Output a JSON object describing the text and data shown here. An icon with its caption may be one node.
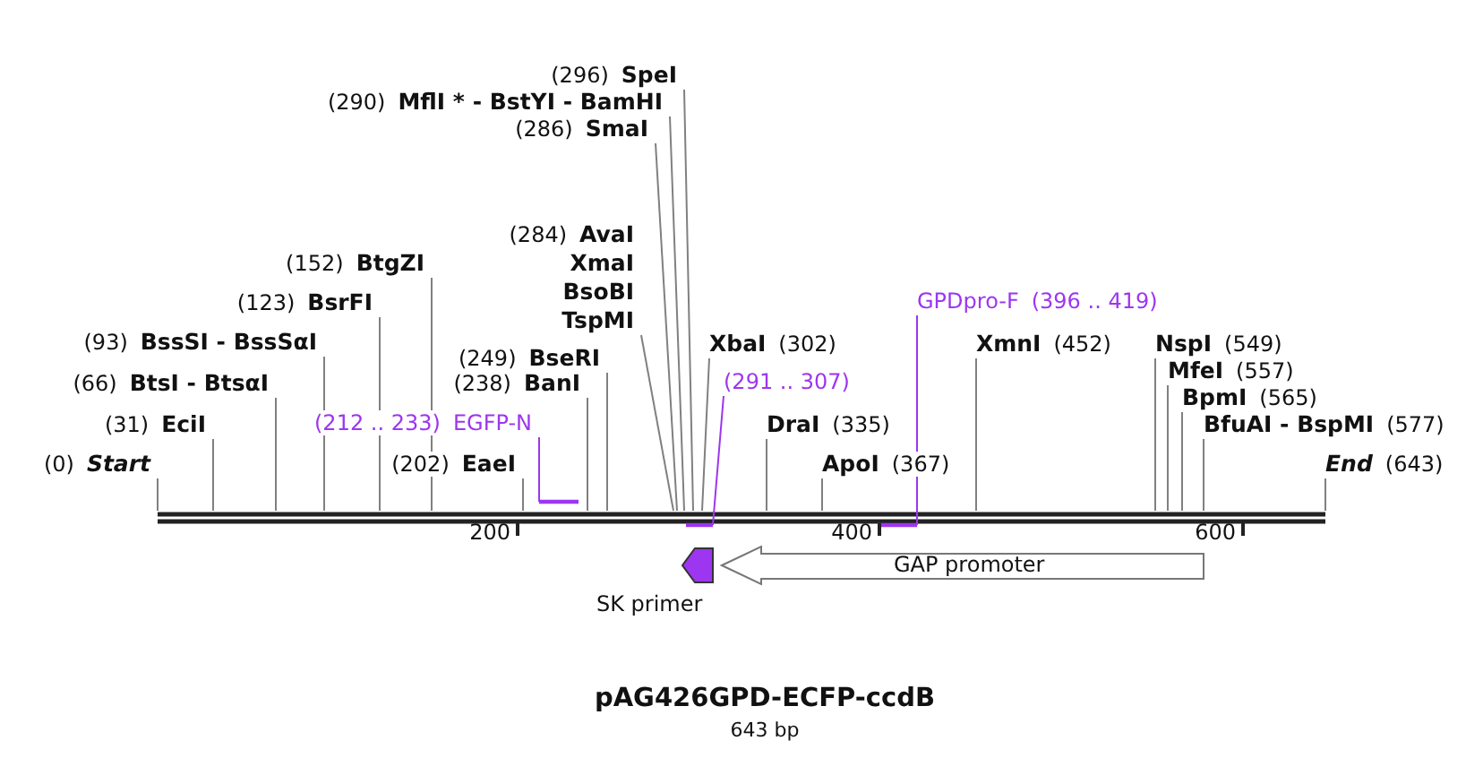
{
  "diagram": {
    "title": "pAG426GPD-ECFP-ccdB",
    "caption": "643 bp",
    "nodes": [
      {
        "text": [
          "(0)",
          "Start"
        ]
      },
      {
        "text": [
          "(31)",
          "EciI"
        ]
      },
      {
        "text": [
          "(66)",
          "BtsI - BtsαI"
        ]
      },
      {
        "text": [
          "(93)",
          "BssSI - BssSαI"
        ]
      },
      {
        "text": [
          "(123)",
          "BsrFI"
        ]
      },
      {
        "text": [
          "(152)",
          "BtgZI"
        ]
      },
      {
        "text": [
          "(202)",
          "EaeI"
        ]
      },
      {
        "text": [
          "(212 .. 233)",
          "EGFP-N"
        ]
      },
      {
        "text": [
          "(238)",
          "BanI"
        ]
      },
      {
        "text": [
          "(249)",
          "BseRI"
        ]
      },
      {
        "text": [
          "(284)",
          "AvaI",
          "XmaI",
          "BsoBI",
          "TspMI"
        ]
      },
      {
        "text": [
          "(286)",
          "SmaI"
        ]
      },
      {
        "text": [
          "(290)",
          "MflI * - BstYI - BamHI"
        ]
      },
      {
        "text": [
          "(296)",
          "SpeI"
        ]
      },
      {
        "text": [
          "XbaI",
          "(302)"
        ]
      },
      {
        "text": [
          "(291 .. 307)"
        ]
      },
      {
        "text": [
          "DraI",
          "(335)"
        ]
      },
      {
        "text": [
          "ApoI",
          "(367)"
        ]
      },
      {
        "text": [
          "GPDpro-F",
          "(396 .. 419)"
        ]
      },
      {
        "text": [
          "XmnI",
          "(452)"
        ]
      },
      {
        "text": [
          "NspI",
          "(549)"
        ]
      },
      {
        "text": [
          "MfeI",
          "(557)"
        ]
      },
      {
        "text": [
          "BpmI",
          "(565)"
        ]
      },
      {
        "text": [
          "BfuAI - BspMI",
          "(577)"
        ]
      },
      {
        "text": [
          "End",
          "(643)"
        ]
      },
      {
        "text": [
          "SK primer"
        ]
      },
      {
        "text": [
          "GAP promoter"
        ]
      },
      {
        "text": [],
        "shape": "bar"
      },
      {
        "text": [],
        "shape": "bar"
      },
      {
        "text": [],
        "shape": "bar"
      },
      {
        "text": [],
        "shape": "bar"
      }
    ],
    "edges": [
      {
        "from": 0,
        "to": 27,
        "arrow": "none"
      },
      {
        "from": 1,
        "to": 27,
        "arrow": "none"
      },
      {
        "from": 2,
        "to": 27,
        "arrow": "none"
      },
      {
        "from": 3,
        "to": 27,
        "arrow": "none"
      },
      {
        "from": 4,
        "to": 27,
        "arrow": "none"
      },
      {
        "from": 5,
        "to": 27,
        "arrow": "none"
      },
      {
        "from": 6,
        "to": 27,
        "arrow": "none"
      },
      {
        "from": 7,
        "to": 28,
        "arrow": "none",
        "color": "#9d36f0"
      },
      {
        "from": 8,
        "to": 27,
        "arrow": "none"
      },
      {
        "from": 9,
        "to": 27,
        "arrow": "none"
      },
      {
        "from": 10,
        "to": 27,
        "arrow": "none"
      },
      {
        "from": 11,
        "to": 27,
        "arrow": "none"
      },
      {
        "from": 12,
        "to": 27,
        "arrow": "none"
      },
      {
        "from": 13,
        "to": 27,
        "arrow": "none"
      },
      {
        "from": 14,
        "to": 27,
        "arrow": "none"
      },
      {
        "from": 15,
        "to": 29,
        "arrow": "none",
        "color": "#9d36f0"
      },
      {
        "from": 16,
        "to": 27,
        "arrow": "none"
      },
      {
        "from": 17,
        "to": 27,
        "arrow": "none"
      },
      {
        "from": 18,
        "to": 30,
        "arrow": "none",
        "color": "#9d36f0"
      },
      {
        "from": 19,
        "to": 27,
        "arrow": "none"
      },
      {
        "from": 20,
        "to": 27,
        "arrow": "none"
      },
      {
        "from": 21,
        "to": 27,
        "arrow": "none"
      },
      {
        "from": 22,
        "to": 27,
        "arrow": "none"
      },
      {
        "from": 23,
        "to": 27,
        "arrow": "none"
      },
      {
        "from": 24,
        "to": 27,
        "arrow": "none"
      }
    ],
    "labels": [
      "200",
      "400",
      "600"
    ]
  }
}
